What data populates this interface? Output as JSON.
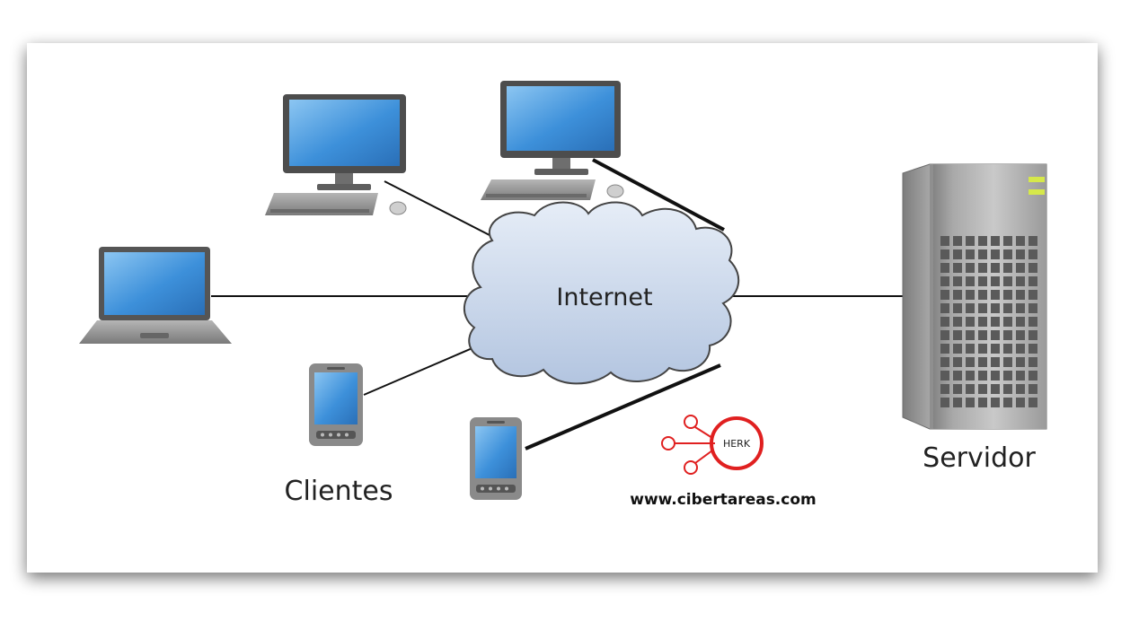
{
  "diagram": {
    "cloud_label": "Internet",
    "clients_label": "Clientes",
    "server_label": "Servidor",
    "watermark": {
      "logo_text": "HERK",
      "url": "www.cibertareas.com"
    },
    "nodes": [
      "desktop-computer",
      "desktop-computer",
      "laptop",
      "smartphone",
      "smartphone",
      "server"
    ],
    "colors": {
      "cloud_fill": "#c9d7ea",
      "screen": "#3c8fd8",
      "device_frame": "#6f6f6f",
      "logo_red": "#e02020"
    }
  }
}
